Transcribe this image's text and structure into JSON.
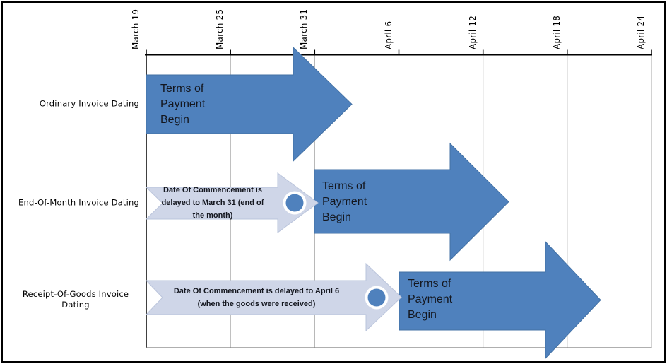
{
  "axis": {
    "dates": [
      "March 19",
      "March 25",
      "March 31",
      "April 6",
      "April 12",
      "April 18",
      "April 24"
    ]
  },
  "rows": [
    {
      "label": "Ordinary Invoice Dating",
      "arrow_text": "Terms of\nPayment\nBegin"
    },
    {
      "label": "End-Of-Month Invoice Dating",
      "delay_text": "Date Of Commencement is\ndelayed to March 31 (end of\nthe month)",
      "arrow_text": "Terms of\nPayment\nBegin"
    },
    {
      "label": "Receipt-Of-Goods Invoice\nDating",
      "delay_text": "Date Of Commencement is delayed to April 6\n(when the goods were received)",
      "arrow_text": "Terms of\nPayment\nBegin"
    }
  ],
  "colors": {
    "arrow_blue": "#4f81bd",
    "arrow_blue_edge": "#4371a4",
    "arrow_light": "#cfd6e8",
    "arrow_light_edge": "#bac4db",
    "circle_blue": "#4f81bd",
    "circle_ring": "#ffffff",
    "gridline": "#a6a6a6",
    "axis_line": "#000000",
    "bottom_axis_line": "#7f7f7f"
  },
  "chart_data": {
    "type": "bar",
    "title": "",
    "orientation": "horizontal-timeline",
    "categories": [
      "Ordinary Invoice Dating",
      "End-Of-Month Invoice Dating",
      "Receipt-Of-Goods Invoice Dating"
    ],
    "x_ticks": [
      "March 19",
      "March 25",
      "March 31",
      "April 6",
      "April 12",
      "April 18",
      "April 24"
    ],
    "x_range": [
      "March 19",
      "April 24"
    ],
    "grid": true,
    "legend": "none",
    "series": [
      {
        "name": "Date Of Commencement delay",
        "values": [
          null,
          {
            "start": "March 19",
            "end": "March 31",
            "label": "Date Of Commencement is delayed to March 31 (end of the month)"
          },
          {
            "start": "March 19",
            "end": "April 6",
            "label": "Date Of Commencement is delayed to April 6 (when the goods were received)"
          }
        ]
      },
      {
        "name": "Terms of Payment Begin",
        "values": [
          {
            "start": "March 19",
            "end": "April 3 (approx)",
            "label": "Terms of Payment Begin"
          },
          {
            "start": "March 31",
            "end": "April 14 (approx)",
            "label": "Terms of Payment Begin"
          },
          {
            "start": "April 6",
            "end": "April 21 (approx)",
            "label": "Terms of Payment Begin"
          }
        ]
      }
    ]
  }
}
